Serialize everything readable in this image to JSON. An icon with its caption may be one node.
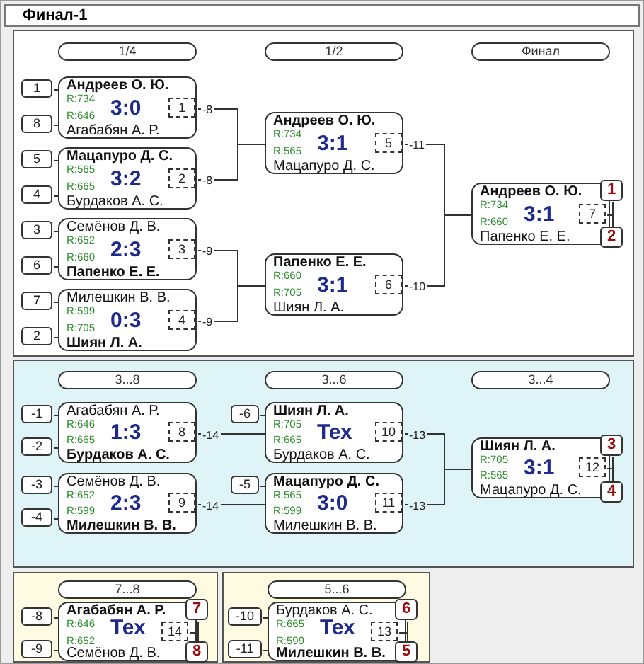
{
  "diagram": {
    "title": "Финал-1",
    "nodes": [
      {
        "text": [],
        "shape": "box"
      },
      {
        "text": [
          "1/4"
        ],
        "in": 0
      },
      {
        "text": [
          "1/2"
        ],
        "in": 0
      },
      {
        "text": [
          "Финал"
        ],
        "in": 0
      },
      {
        "text": [
          "1"
        ],
        "in": 0
      },
      {
        "text": [
          "8"
        ],
        "in": 0
      },
      {
        "text": [
          "Андреев О. Ю.",
          "R:734",
          "3:0",
          "R:646",
          "Агабабян А. Р."
        ],
        "in": 0
      },
      {
        "text": [
          "1"
        ],
        "in": 6
      },
      {
        "text": [
          "5"
        ],
        "in": 0
      },
      {
        "text": [
          "4"
        ],
        "in": 0
      },
      {
        "text": [
          "Мацапуро Д. С.",
          "R:565",
          "3:2",
          "R:665",
          "Бурдаков А. С."
        ],
        "in": 0
      },
      {
        "text": [
          "2"
        ],
        "in": 10
      },
      {
        "text": [
          "3"
        ],
        "in": 0
      },
      {
        "text": [
          "6"
        ],
        "in": 0
      },
      {
        "text": [
          "Семёнов Д. В.",
          "R:652",
          "2:3",
          "R:660",
          "Папенко Е. Е."
        ],
        "in": 0
      },
      {
        "text": [
          "3"
        ],
        "in": 14
      },
      {
        "text": [
          "7"
        ],
        "in": 0
      },
      {
        "text": [
          "2"
        ],
        "in": 0
      },
      {
        "text": [
          "Милешкин В. В.",
          "R:599",
          "0:3",
          "R:705",
          "Шиян Л. А."
        ],
        "in": 0
      },
      {
        "text": [
          "4"
        ],
        "in": 18
      },
      {
        "text": [
          "Андреев О. Ю.",
          "R:734",
          "3:1",
          "R:565",
          "Мацапуро Д. С."
        ],
        "in": 0
      },
      {
        "text": [
          "5"
        ],
        "in": 20
      },
      {
        "text": [
          "Папенко Е. Е.",
          "R:660",
          "3:1",
          "R:705",
          "Шиян Л. А."
        ],
        "in": 0
      },
      {
        "text": [
          "6"
        ],
        "in": 22
      },
      {
        "text": [
          "Андреев О. Ю.",
          "R:734",
          "3:1",
          "R:660",
          "Папенко Е. Е."
        ],
        "in": 0
      },
      {
        "text": [
          "7"
        ],
        "in": 24
      },
      {
        "text": [
          "1"
        ],
        "in": 0
      },
      {
        "text": [
          "2"
        ],
        "in": 0
      },
      {
        "text": [],
        "shape": "box"
      },
      {
        "text": [
          "3...8"
        ],
        "in": 28
      },
      {
        "text": [
          "3...6"
        ],
        "in": 28
      },
      {
        "text": [
          "3...4"
        ],
        "in": 28
      },
      {
        "text": [
          "-1"
        ],
        "in": 28
      },
      {
        "text": [
          "-2"
        ],
        "in": 28
      },
      {
        "text": [
          "Агабабян А. Р.",
          "R:646",
          "1:3",
          "R:665",
          "Бурдаков А. С."
        ],
        "in": 28
      },
      {
        "text": [
          "8"
        ],
        "in": 34
      },
      {
        "text": [
          "-3"
        ],
        "in": 28
      },
      {
        "text": [
          "-4"
        ],
        "in": 28
      },
      {
        "text": [
          "Семёнов Д. В.",
          "R:652",
          "2:3",
          "R:599",
          "Милешкин В. В."
        ],
        "in": 28
      },
      {
        "text": [
          "9"
        ],
        "in": 38
      },
      {
        "text": [
          "-6"
        ],
        "in": 28
      },
      {
        "text": [
          "Шиян Л. А.",
          "R:705",
          "Тех",
          "R:665",
          "Бурдаков А. С."
        ],
        "in": 28
      },
      {
        "text": [
          "10"
        ],
        "in": 41
      },
      {
        "text": [
          "-5"
        ],
        "in": 28
      },
      {
        "text": [
          "Мацапуро Д. С.",
          "R:565",
          "3:0",
          "R:599",
          "Милешкин В. В."
        ],
        "in": 28
      },
      {
        "text": [
          "11"
        ],
        "in": 44
      },
      {
        "text": [
          "Шиян Л. А.",
          "R:705",
          "3:1",
          "R:565",
          "Мацапуро Д. С."
        ],
        "in": 28
      },
      {
        "text": [
          "12"
        ],
        "in": 46
      },
      {
        "text": [
          "3"
        ],
        "in": 28
      },
      {
        "text": [
          "4"
        ],
        "in": 28
      },
      {
        "text": [],
        "shape": "box"
      },
      {
        "text": [
          "7...8"
        ],
        "in": 50
      },
      {
        "text": [
          "-8"
        ],
        "in": 50
      },
      {
        "text": [
          "-9"
        ],
        "in": 50
      },
      {
        "text": [
          "Агабабян А. Р.",
          "R:646",
          "Тех",
          "R:652",
          "Семёнов Д. В."
        ],
        "in": 50
      },
      {
        "text": [
          "14"
        ],
        "in": 54
      },
      {
        "text": [
          "7"
        ],
        "in": 50
      },
      {
        "text": [
          "8"
        ],
        "in": 50
      },
      {
        "text": [],
        "shape": "box"
      },
      {
        "text": [
          "5...6"
        ],
        "in": 58
      },
      {
        "text": [
          "-10"
        ],
        "in": 58
      },
      {
        "text": [
          "-11"
        ],
        "in": 58
      },
      {
        "text": [
          "Бурдаков А. С.",
          "R:665",
          "Тех",
          "R:599",
          "Милешкин В. В."
        ],
        "in": 58
      },
      {
        "text": [
          "13"
        ],
        "in": 62
      },
      {
        "text": [
          "6"
        ],
        "in": 58
      },
      {
        "text": [
          "5"
        ],
        "in": 58
      }
    ],
    "edges": [
      {
        "from": 4,
        "to": 6,
        "arrow": "none"
      },
      {
        "from": 5,
        "to": 6,
        "arrow": "none"
      },
      {
        "from": 8,
        "to": 10,
        "arrow": "none"
      },
      {
        "from": 9,
        "to": 10,
        "arrow": "none"
      },
      {
        "from": 12,
        "to": 14,
        "arrow": "none"
      },
      {
        "from": 13,
        "to": 14,
        "arrow": "none"
      },
      {
        "from": 16,
        "to": 18,
        "arrow": "none"
      },
      {
        "from": 17,
        "to": 18,
        "arrow": "none"
      },
      {
        "from": 6,
        "to": 20,
        "arrow": "none",
        "label": "-8"
      },
      {
        "from": 10,
        "to": 20,
        "arrow": "none",
        "label": "-8"
      },
      {
        "from": 14,
        "to": 22,
        "arrow": "none",
        "label": "-9"
      },
      {
        "from": 18,
        "to": 22,
        "arrow": "none",
        "label": "-9"
      },
      {
        "from": 20,
        "to": 24,
        "arrow": "none",
        "label": "-11"
      },
      {
        "from": 22,
        "to": 24,
        "arrow": "none",
        "label": "-10"
      },
      {
        "from": 25,
        "to": 26,
        "arrow": "none"
      },
      {
        "from": 25,
        "to": 27,
        "arrow": "none"
      },
      {
        "from": 32,
        "to": 34,
        "arrow": "none"
      },
      {
        "from": 33,
        "to": 34,
        "arrow": "none"
      },
      {
        "from": 36,
        "to": 38,
        "arrow": "none"
      },
      {
        "from": 37,
        "to": 38,
        "arrow": "none"
      },
      {
        "from": 40,
        "to": 41,
        "arrow": "none"
      },
      {
        "from": 34,
        "to": 41,
        "arrow": "none",
        "label": "-14"
      },
      {
        "from": 43,
        "to": 44,
        "arrow": "none"
      },
      {
        "from": 38,
        "to": 44,
        "arrow": "none",
        "label": "-14"
      },
      {
        "from": 41,
        "to": 46,
        "arrow": "none",
        "label": "-13"
      },
      {
        "from": 44,
        "to": 46,
        "arrow": "none",
        "label": "-13"
      },
      {
        "from": 47,
        "to": 48,
        "arrow": "none"
      },
      {
        "from": 47,
        "to": 49,
        "arrow": "none"
      },
      {
        "from": 52,
        "to": 54,
        "arrow": "none"
      },
      {
        "from": 53,
        "to": 54,
        "arrow": "none"
      },
      {
        "from": 55,
        "to": 56,
        "arrow": "none"
      },
      {
        "from": 55,
        "to": 57,
        "arrow": "none"
      },
      {
        "from": 60,
        "to": 62,
        "arrow": "none"
      },
      {
        "from": 61,
        "to": 62,
        "arrow": "none"
      },
      {
        "from": 63,
        "to": 64,
        "arrow": "none"
      },
      {
        "from": 63,
        "to": 65,
        "arrow": "none"
      }
    ]
  }
}
